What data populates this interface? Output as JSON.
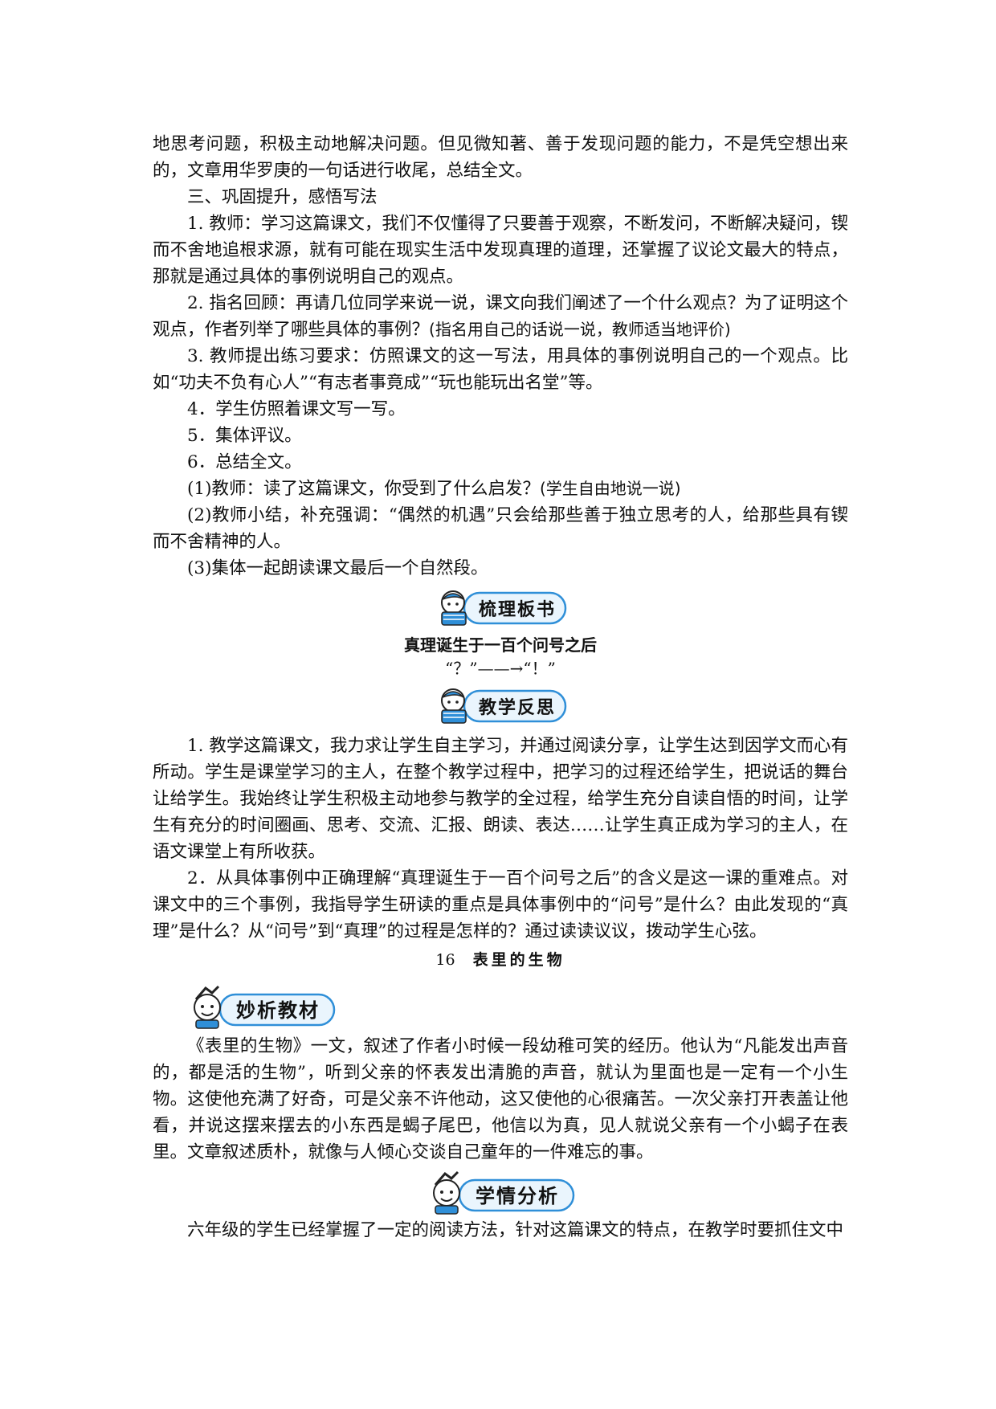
{
  "p_intro": "地思考问题，积极主动地解决问题。但见微知著、善于发现问题的能力，不是凭空想出来的，文章用华罗庚的一句话进行收尾，总结全文。",
  "section_three": "三、巩固提升，感悟写法",
  "item1": "1. 教师：学习这篇课文，我们不仅懂得了只要善于观察，不断发问，不断解决疑问，锲而不舍地追根求源，就有可能在现实生活中发现真理的道理，还掌握了议论文最大的特点，那就是通过具体的事例说明自己的观点。",
  "item2_text": "2. 指名回顾：再请几位同学来说一说，课文向我们阐述了一个什么观点？为了证明这个观点，作者列举了哪些具体的事例？",
  "item2_note": "(指名用自己的话说一说，教师适当地评价)",
  "item3": "3. 教师提出练习要求：仿照课文的这一写法，用具体的事例说明自己的一个观点。比如“功夫不负有心人”“有志者事竟成”“玩也能玩出名堂”等。",
  "item4": "4．学生仿照着课文写一写。",
  "item5": "5．集体评议。",
  "item6": "6．总结全文。",
  "sub1_text": "(1)教师：读了这篇课文，你受到了什么启发？",
  "sub1_note": "(学生自由地说一说)",
  "sub2": "(2)教师小结，补充强调：“偶然的机遇”只会给那些善于独立思考的人，给那些具有锲而不舍精神的人。",
  "sub3": "(3)集体一起朗读课文最后一个自然段。",
  "badge_board": "梳理板书",
  "board_title": "真理诞生于一百个问号之后",
  "board_formula": "“？”——→“！”",
  "badge_reflect": "教学反思",
  "reflect1": "1. 教学这篇课文，我力求让学生自主学习，并通过阅读分享，让学生达到因学文而心有所动。学生是课堂学习的主人，在整个教学过程中，把学习的过程还给学生，把说话的舞台让给学生。我始终让学生积极主动地参与教学的全过程，给学生充分自读自悟的时间，让学生有充分的时间圈画、思考、交流、汇报、朗读、表达……让学生真正成为学习的主人，在语文课堂上有所收获。",
  "reflect2": "2．从具体事例中正确理解“真理诞生于一百个问号之后”的含义是这一课的重难点。对课文中的三个事例，我指导学生研读的重点是具体事例中的“问号”是什么？由此发现的“真理”是什么？从“问号”到“真理”的过程是怎样的？通过读读议议，拨动学生心弦。",
  "lesson_num": "16",
  "lesson_name": "表里的生物",
  "badge_analysis": "妙析教材",
  "analysis": "《表里的生物》一文，叙述了作者小时候一段幼稚可笑的经历。他认为“凡能发出声音的，都是活的生物”，听到父亲的怀表发出清脆的声音，就认为里面也是一定有一个小生物。这使他充满了好奇，可是父亲不许他动，这又使他的心很痛苦。一次父亲打开表盖让他看，并说这摆来摆去的小东西是蝎子尾巴，他信以为真，见人就说父亲有一个小蝎子在表里。文章叙述质朴，就像与人倾心交谈自己童年的一件难忘的事。",
  "badge_students": "学情分析",
  "students": "六年级的学生已经掌握了一定的阅读方法，针对这篇课文的特点，在教学时要抓住文中",
  "colors": {
    "badge_blue": "#2f8fd8",
    "badge_light": "#eaf5fd",
    "text": "#111111"
  }
}
